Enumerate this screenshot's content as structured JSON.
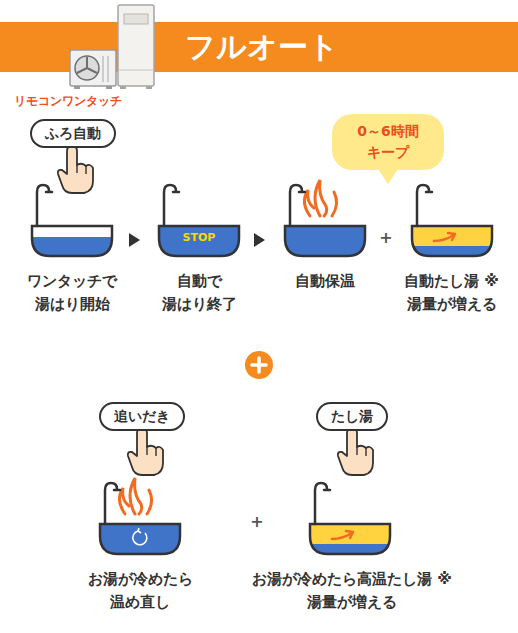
{
  "diagram": {
    "title": "フルオート",
    "nodes": [
      {
        "text": [
          "ふろ自動"
        ]
      },
      {
        "text": [
          "0～6時間 キープ"
        ]
      },
      {
        "text": [
          "追いだき"
        ]
      },
      {
        "text": [
          "たし湯"
        ]
      }
    ],
    "labels": [
      "リモコンワンタッチ",
      "STOP",
      "ワンタッチで 湯はり開始",
      "自動で 湯はり終了",
      "自動保温",
      "+",
      "自動たし湯 ※湯量が増える",
      "+",
      "お湯が冷めたら 温め直し",
      "お湯が冷めたら高温たし湯 ※湯量が増える"
    ]
  }
}
